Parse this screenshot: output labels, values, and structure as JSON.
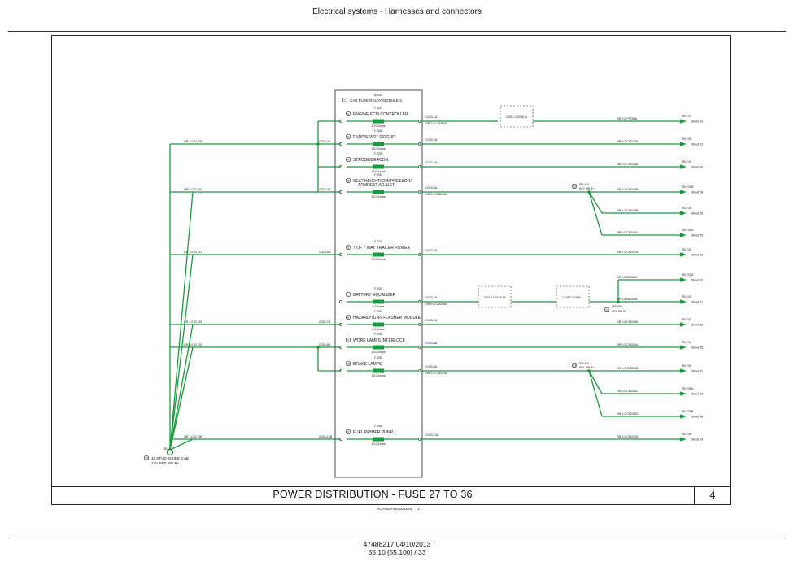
{
  "header": {
    "title": "Electrical systems - Harnesses and connectors"
  },
  "title_block": {
    "title": "POWER DISTRIBUTION - FUSE 27 TO 36",
    "page": "4",
    "doc_id": "RCPH11FWD004JEM",
    "doc_rev": "1"
  },
  "footer": {
    "line1": "47488217 04/10/2013",
    "line2": "55.10 [55.100] / 33"
  },
  "module": {
    "ref": "A-033",
    "label": "CAB FUSE/RELAY MODULE 3",
    "circle": "1"
  },
  "stud": {
    "ref": "JSC-1",
    "label1": "J2 STUD INSIDE CAB",
    "label2": "12V KEY SW B+",
    "circle": "10"
  },
  "fuses": [
    {
      "ref": "F-027",
      "circle": "2",
      "name": "ENGINE-ECM CONTROLLER",
      "amps": "10.0 Amps"
    },
    {
      "ref": "F-028",
      "circle": "3",
      "name": "FNRP/START CIRCUIT",
      "amps": "15.0 Amps"
    },
    {
      "ref": "F-029",
      "circle": "4",
      "name": "STROBE/BEACON",
      "amps": "10.0 Amps"
    },
    {
      "ref": "F-030",
      "circle": "5",
      "name": "SEAT HEIGHT/COMPRESSOR/",
      "name2": "ARMREST ADJUST",
      "amps": "15.0 Amps"
    },
    {
      "ref": "F-031",
      "circle": "6",
      "name": "7 OF 7 WAY TRAILER POWER",
      "amps": "30.0 Amps"
    },
    {
      "ref": "F-032",
      "circle": "7",
      "name": "BATTERY EQUALIZER",
      "amps": "5.0 Amps"
    },
    {
      "ref": "F-033",
      "circle": "8",
      "name": "HAZARD/TURN FLASHER MODULE",
      "amps": "5.0 Amps"
    },
    {
      "ref": "F-034",
      "circle": "9",
      "name": "WORK LAMPS INTERLOCK",
      "amps": "15.0 Amps"
    },
    {
      "ref": "F-035",
      "circle": "10",
      "name": "BRAKE LAMPS",
      "amps": "15.0 Amps"
    },
    {
      "ref": "F-036",
      "circle": "11",
      "name": "FUEL PRIMER PUMP",
      "amps": "10.0 Amps"
    }
  ],
  "left_wires": [
    {
      "label": "OR 2.0 J2_28",
      "conn": "C033-28"
    },
    {
      "label": "OR 5.0 J2_30",
      "conn": "C033-4B"
    },
    {
      "label": "OR 3.0 J2_31",
      "conn": "C033-5B"
    },
    {
      "label": "OR 1.0 J2_33",
      "conn": "C033-7B"
    },
    {
      "label": "OR 3.0 J2_34",
      "conn": "C033-8B"
    },
    {
      "label": "OR 1.0 J2_36",
      "conn": "C033-10B"
    }
  ],
  "right_conns": [
    "C033-1A",
    "C033-2A",
    "C033-3A",
    "C033-4A",
    "C033-5A",
    "C033-6A",
    "C033-7A",
    "C033-8A",
    "C033-9A",
    "C033-10A"
  ],
  "mid_wires": [
    "OR 2.0 CM295A",
    "OR 2.0 CM245A",
    "OR 0.8 CM250A",
    "OR 2.0 CM251A"
  ],
  "right_wires": [
    {
      "label": "OR 2.0 FF295A",
      "ref": "FB-F27",
      "sheet": "Sheet 19"
    },
    {
      "label": "OR 1.0 CM228A",
      "ref": "FB-F28",
      "sheet": "Sheet 12"
    },
    {
      "label": "OR 2.0 CM243A",
      "ref": "FB-F29",
      "sheet": "Sheet 50"
    },
    {
      "label": "OR 1.0 CM246B",
      "ref": "FB-F30B",
      "sheet": "Sheet 54"
    },
    {
      "label": "OR 1.0 CM246B",
      "ref": "FB-F30",
      "sheet": "Sheet 55"
    },
    {
      "label": "OR 1.0 CM246C",
      "ref": "FB-F30A",
      "sheet": "Sheet 55"
    },
    {
      "label": "OR 2.0 CM207A",
      "ref": "FB-F31",
      "sheet": "Sheet 48"
    },
    {
      "label": "OR 0.8 BE250C",
      "ref": "FB-F32A",
      "sheet": "Sheet 10"
    },
    {
      "label": "OR 0.8 BE250B",
      "ref": "FB-F32",
      "sheet": "Sheet 11"
    },
    {
      "label": "OR 0.8 CM248A",
      "ref": "FB-F33",
      "sheet": "Sheet 38"
    },
    {
      "label": "OR 2.0 CM204A",
      "ref": "FB-F34",
      "sheet": "Sheet 35"
    },
    {
      "label": "OR 1.0 CM251B",
      "ref": "FB-F35",
      "sheet": "Sheet 31"
    },
    {
      "label": "OR 2.0 CM251C",
      "ref": "FB-F35A",
      "sheet": "Sheet 27"
    },
    {
      "label": "OR 1.0 CM251D",
      "ref": "FB-F35B",
      "sheet": "Sheet 48"
    },
    {
      "label": "OR 1.0 CM227A",
      "ref": "FB-F36",
      "sheet": "Sheet 24"
    }
  ],
  "splices": [
    {
      "ref": "SPL416",
      "label": "KEY SW B+",
      "circle": "12"
    },
    {
      "ref": "SPL416",
      "label": "KEY SW B+",
      "circle": "13"
    },
    {
      "ref": "SPL400",
      "label": "KEY SW B+",
      "circle": "14"
    }
  ],
  "connectors": [
    {
      "name": "C001F C001M 21"
    },
    {
      "name": "C001F C001M 13"
    },
    {
      "name": "C135F C135M 1"
    }
  ],
  "colors": {
    "wire": "#1a9a3c",
    "line": "#222222"
  }
}
